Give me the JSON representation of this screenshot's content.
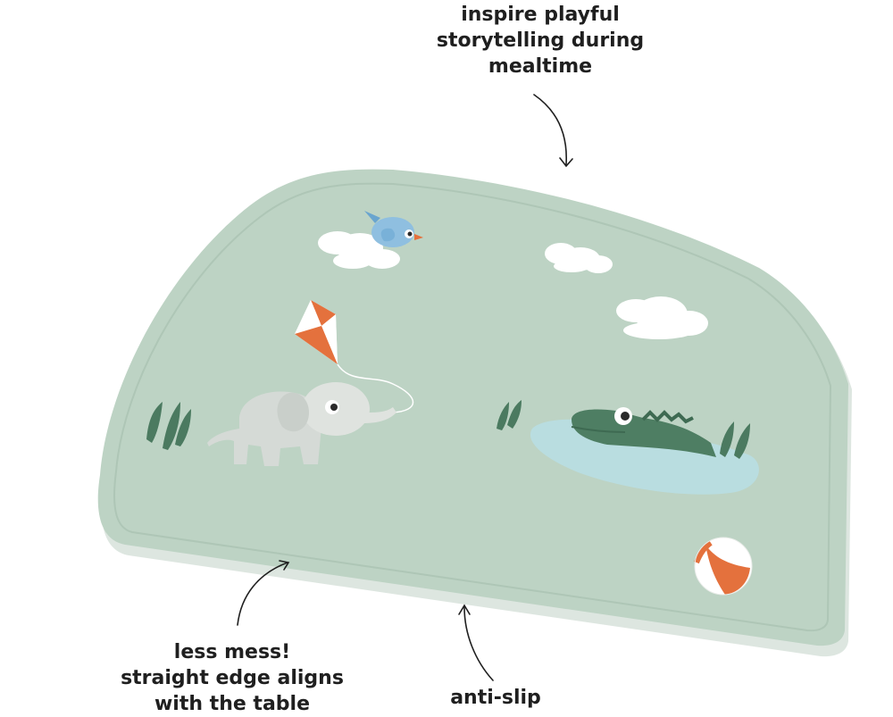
{
  "callouts": {
    "top": [
      "inspire playful",
      "storytelling during",
      "mealtime"
    ],
    "left": [
      "less mess!",
      "straight edge aligns",
      "with the table"
    ],
    "bottom": [
      "anti-slip"
    ]
  },
  "colors": {
    "mat": "#bdd3c4",
    "mat_edge": "#a9c2b1",
    "cloud": "#ffffff",
    "elephant": "#d5dad6",
    "crocodile": "#4e7e63",
    "pond": "#b9dde0",
    "grass": "#4b7a60",
    "kite_orange": "#e4713d",
    "bird": "#8fbfe0",
    "ball_orange": "#e4713d"
  },
  "illustrations": [
    "bird",
    "clouds",
    "kite",
    "elephant",
    "grass",
    "crocodile",
    "pond",
    "beach-ball"
  ]
}
